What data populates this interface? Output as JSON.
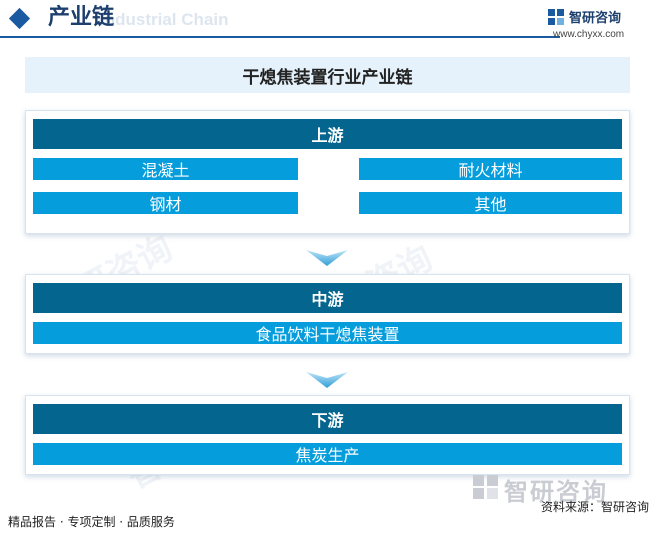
{
  "header": {
    "title": "产业链",
    "watermark": "Industrial Chain"
  },
  "brand": {
    "name": "智研咨询",
    "url": "www.chyxx.com"
  },
  "diagram": {
    "title": "干熄焦装置行业产业链",
    "upstream": {
      "label": "上游",
      "items": [
        "混凝土",
        "耐火材料",
        "钢材",
        "其他"
      ]
    },
    "midstream": {
      "label": "中游",
      "items": [
        "食品饮料干熄焦装置"
      ]
    },
    "downstream": {
      "label": "下游",
      "items": [
        "焦炭生产"
      ]
    }
  },
  "watermarks": [
    "智研咨询",
    "智研咨询",
    "智研咨询"
  ],
  "footer": {
    "left": "精品报告 · 专项定制 · 品质服务",
    "source": "资料来源：智研咨询",
    "brand_mark": "智研咨询"
  },
  "colors": {
    "header_blue": "#1a5aa0",
    "section_dark": "#04658e",
    "item_blue": "#069ddc",
    "title_band": "#e5f2fb"
  }
}
